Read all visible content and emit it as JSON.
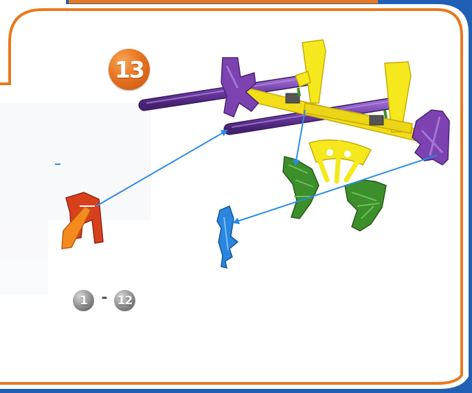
{
  "step": {
    "number": "13"
  },
  "previous_steps": {
    "start": "1",
    "separator": "-",
    "end": "12"
  },
  "colors": {
    "frame_orange": "#e8781e",
    "frame_blue": "#1f5fb4",
    "badge_orange": "#e8741f",
    "badge_gray": "#8a8a8a",
    "rod_purple": "#6a3aa0",
    "connector_purple": "#7b42b0",
    "connector_yellow": "#f5e81c",
    "connector_green": "#3c8f2a",
    "connector_red": "#d8401c",
    "connector_blue": "#2a86e0",
    "arrow_blue": "#2b8be6"
  },
  "icons": [
    "purple-rod-icon",
    "purple-connector-icon",
    "yellow-connector-icon",
    "green-connector-icon",
    "red-connector-icon",
    "blue-connector-icon",
    "assembly-arrow-icon"
  ]
}
